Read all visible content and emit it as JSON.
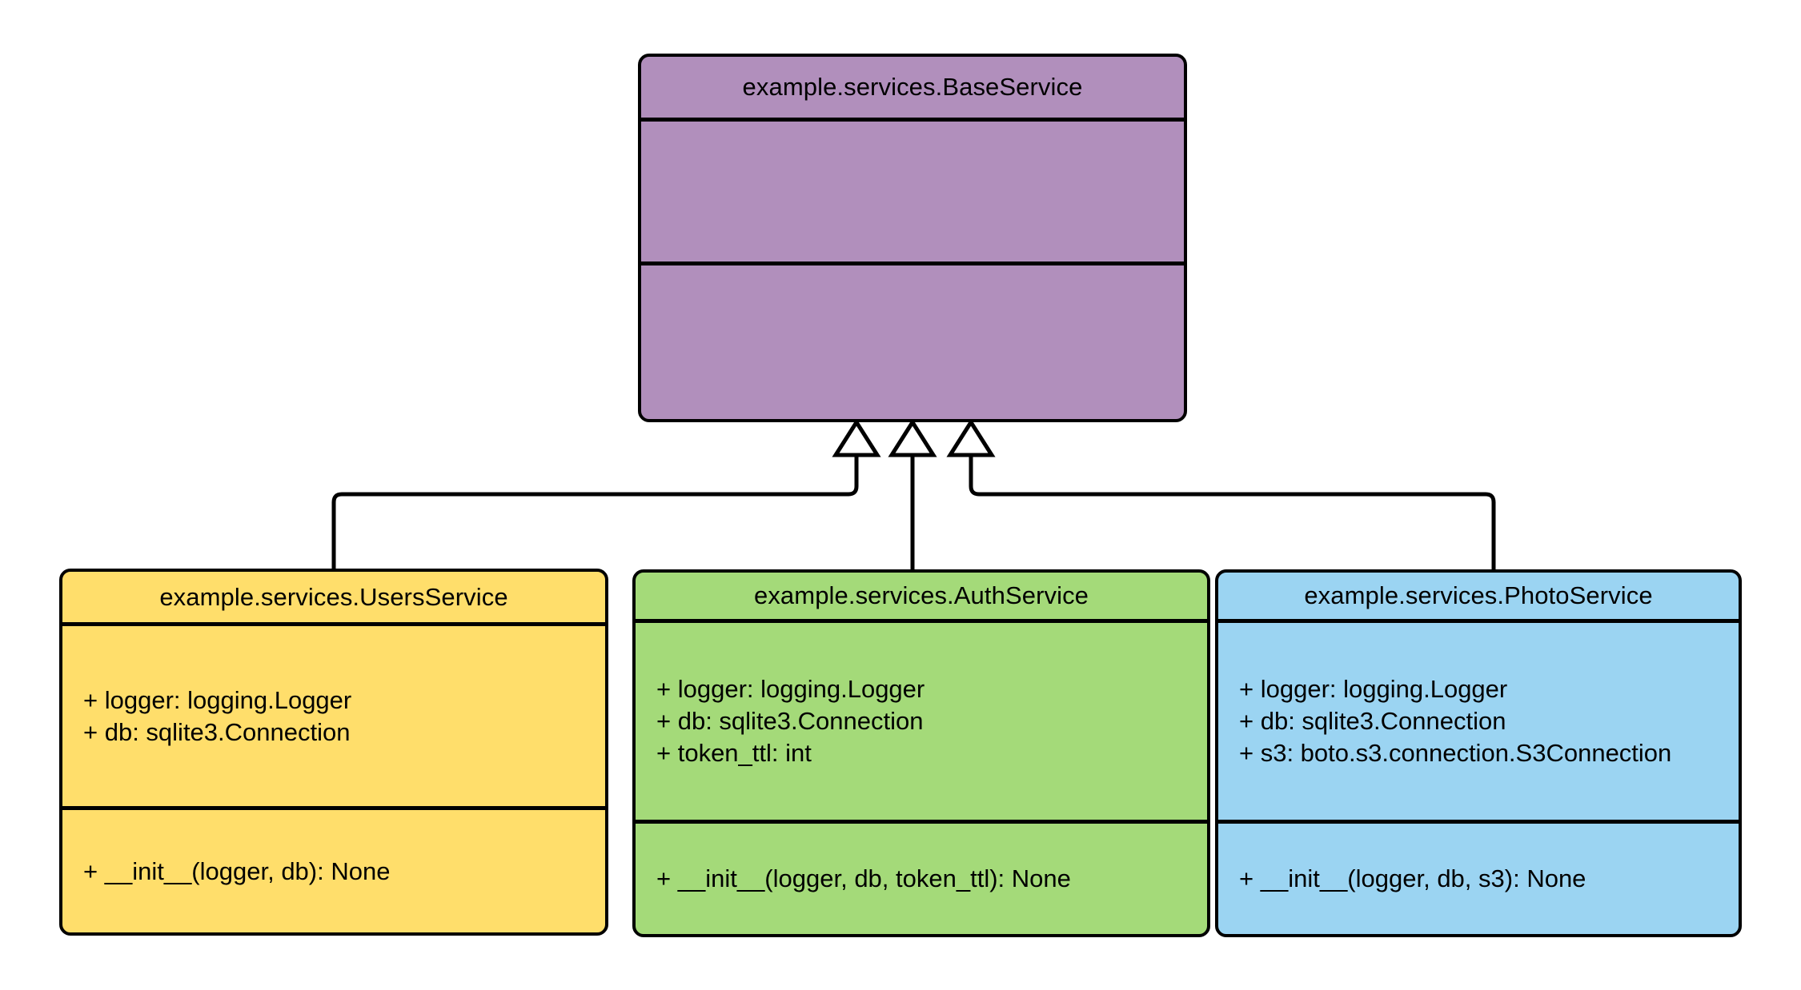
{
  "diagram": {
    "type": "uml-class-diagram",
    "background": "#ffffff",
    "relationship": "generalization",
    "classes": [
      {
        "id": "base",
        "name": "example.services.BaseService",
        "fill": "#b18fbc",
        "attributes": [],
        "methods": []
      },
      {
        "id": "users",
        "name": "example.services.UsersService",
        "fill": "#ffde6b",
        "attributes": [
          "+ logger: logging.Logger",
          "+ db: sqlite3.Connection"
        ],
        "methods": [
          "+ __init__(logger, db): None"
        ]
      },
      {
        "id": "auth",
        "name": "example.services.AuthService",
        "fill": "#a4da79",
        "attributes": [
          "+ logger: logging.Logger",
          "+ db: sqlite3.Connection",
          "+ token_ttl: int"
        ],
        "methods": [
          "+ __init__(logger, db, token_ttl): None"
        ]
      },
      {
        "id": "photo",
        "name": "example.services.PhotoService",
        "fill": "#9bd4f2",
        "attributes": [
          "+ logger: logging.Logger",
          "+ db: sqlite3.Connection",
          "+ s3: boto.s3.connection.S3Connection"
        ],
        "methods": [
          "+ __init__(logger, db, s3): None"
        ]
      }
    ],
    "edges": [
      {
        "id": "users-to-base",
        "from": "users",
        "to": "base",
        "kind": "inheritance"
      },
      {
        "id": "auth-to-base",
        "from": "auth",
        "to": "base",
        "kind": "inheritance"
      },
      {
        "id": "photo-to-base",
        "from": "photo",
        "to": "base",
        "kind": "inheritance"
      }
    ],
    "stroke": "#000000"
  }
}
